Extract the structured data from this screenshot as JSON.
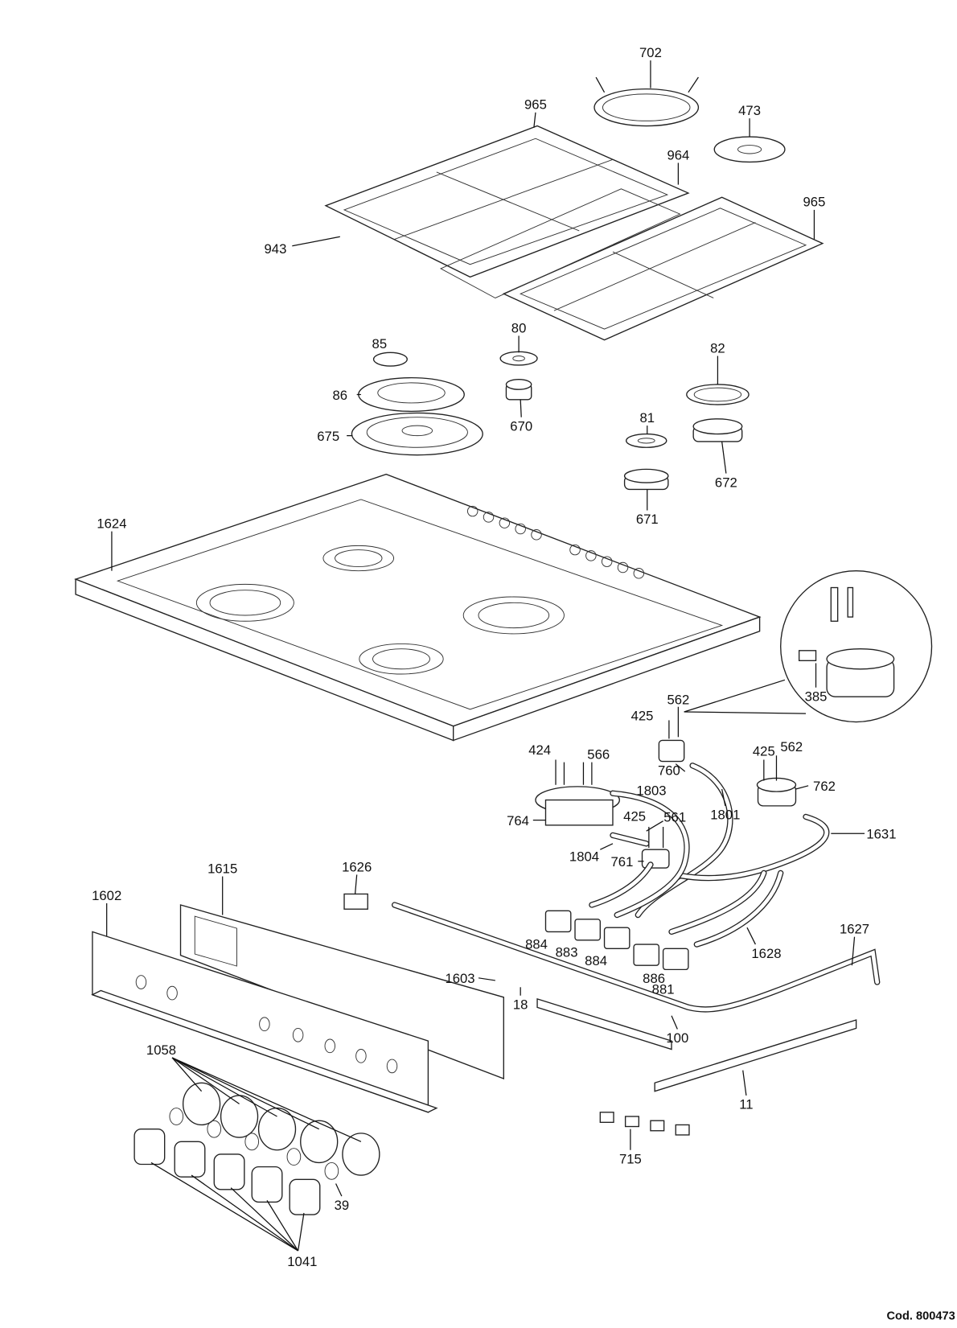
{
  "diagram": {
    "type": "exploded parts diagram",
    "code": "Cod. 800473",
    "labels": {
      "l702": "702",
      "l965a": "965",
      "l473": "473",
      "l964": "964",
      "l965b": "965",
      "l943": "943",
      "l85": "85",
      "l80": "80",
      "l82": "82",
      "l86": "86",
      "l670": "670",
      "l81": "81",
      "l675": "675",
      "l672": "672",
      "l671": "671",
      "l1624": "1624",
      "l385": "385",
      "l425a": "425",
      "l562a": "562",
      "l424": "424",
      "l566": "566",
      "l760": "760",
      "l1803": "1803",
      "l425b": "425",
      "l562b": "562",
      "l762": "762",
      "l764": "764",
      "l425c": "425",
      "l561": "561",
      "l1801": "1801",
      "l1631": "1631",
      "l1804": "1804",
      "l761": "761",
      "l1626": "1626",
      "l1615": "1615",
      "l1602": "1602",
      "l1627": "1627",
      "l884a": "884",
      "l883": "883",
      "l884b": "884",
      "l1628": "1628",
      "l886": "886",
      "l881": "881",
      "l1603": "1603",
      "l18": "18",
      "l100": "100",
      "l1058": "1058",
      "l11": "11",
      "l715": "715",
      "l39": "39",
      "l1041": "1041"
    }
  }
}
